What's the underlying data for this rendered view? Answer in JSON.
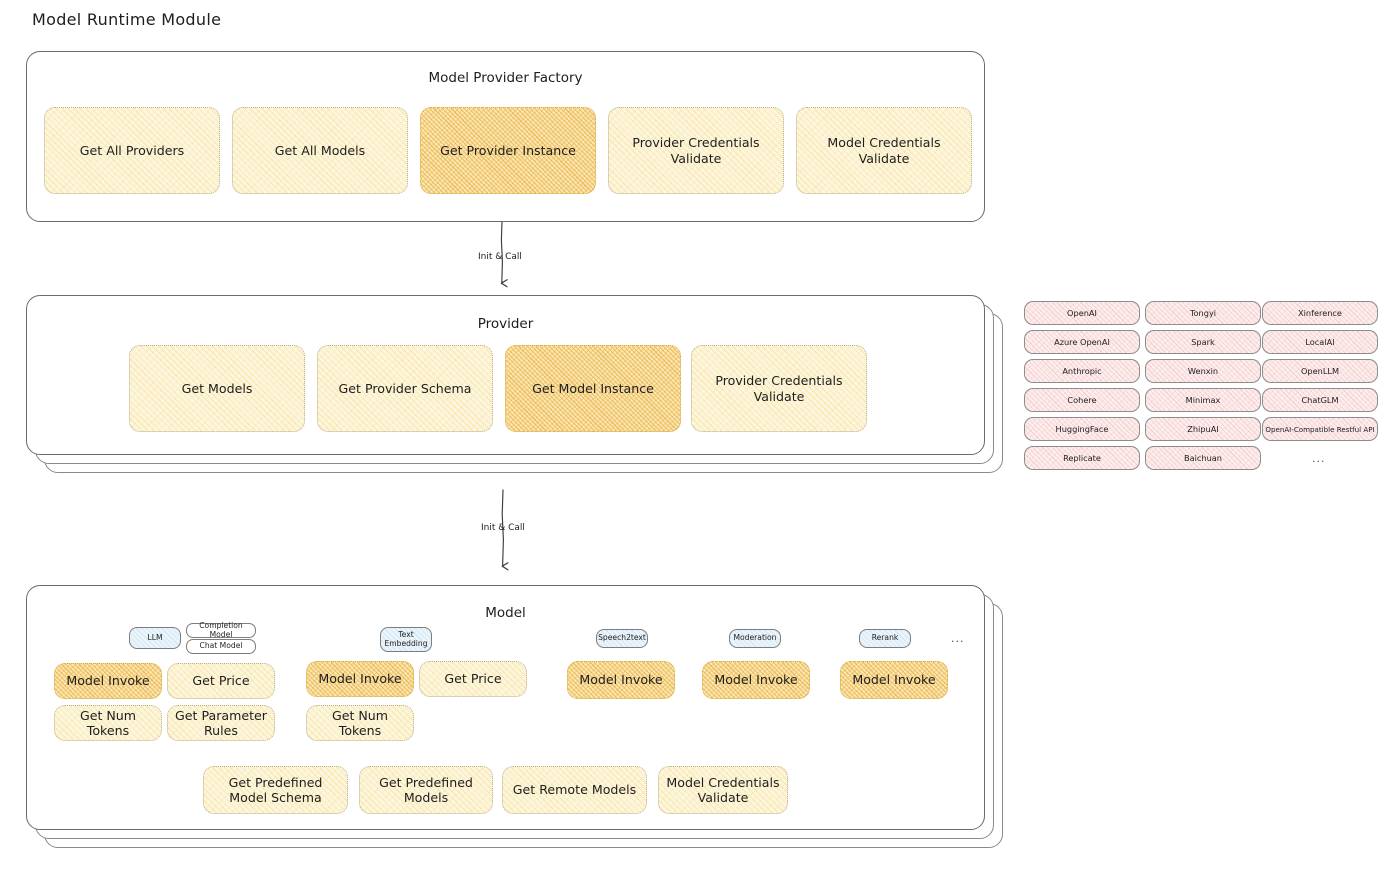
{
  "page": {
    "title": "Model Runtime Module"
  },
  "factory": {
    "title": "Model Provider Factory",
    "nodes": [
      {
        "label": "Get All Providers",
        "highlighted": false
      },
      {
        "label": "Get All Models",
        "highlighted": false
      },
      {
        "label": "Get Provider Instance",
        "highlighted": true
      },
      {
        "label": "Provider Credentials Validate",
        "highlighted": false
      },
      {
        "label": "Model Credentials Validate",
        "highlighted": false
      }
    ]
  },
  "connectors": [
    {
      "label": "Init & Call",
      "from": "Model Provider Factory",
      "to": "Provider"
    },
    {
      "label": "Init & Call",
      "from": "Provider",
      "to": "Model"
    }
  ],
  "provider": {
    "title": "Provider",
    "stack_layers": 3,
    "nodes": [
      {
        "label": "Get Models",
        "highlighted": false
      },
      {
        "label": "Get Provider Schema",
        "highlighted": false
      },
      {
        "label": "Get Model Instance",
        "highlighted": true
      },
      {
        "label": "Provider Credentials Validate",
        "highlighted": false
      }
    ]
  },
  "provider_list": {
    "columns": [
      [
        "OpenAI",
        "Azure OpenAI",
        "Anthropic",
        "Cohere",
        "HuggingFace",
        "Replicate"
      ],
      [
        "Tongyi",
        "Spark",
        "Wenxin",
        "Minimax",
        "ZhipuAI",
        "Baichuan"
      ],
      [
        "Xinference",
        "LocalAI",
        "OpenLLM",
        "ChatGLM",
        "OpenAI-Compatible Restful API"
      ]
    ],
    "ellipsis": "..."
  },
  "model": {
    "title": "Model",
    "stack_layers": 3,
    "ellipsis": "...",
    "groups": [
      {
        "tag": "LLM",
        "tag_style": "blue",
        "subtags": [
          "Completion Model",
          "Chat Model"
        ],
        "nodes": [
          {
            "label": "Model Invoke",
            "highlighted": true
          },
          {
            "label": "Get Price",
            "highlighted": false
          },
          {
            "label": "Get Num Tokens",
            "highlighted": false
          },
          {
            "label": "Get Parameter Rules",
            "highlighted": false
          }
        ]
      },
      {
        "tag": "Text Embedding",
        "tag_style": "blue",
        "subtags": [],
        "nodes": [
          {
            "label": "Model Invoke",
            "highlighted": true
          },
          {
            "label": "Get Price",
            "highlighted": false
          },
          {
            "label": "Get Num Tokens",
            "highlighted": false
          }
        ]
      },
      {
        "tag": "Speech2text",
        "tag_style": "blue",
        "subtags": [],
        "nodes": [
          {
            "label": "Model Invoke",
            "highlighted": true
          }
        ]
      },
      {
        "tag": "Moderation",
        "tag_style": "blue",
        "subtags": [],
        "nodes": [
          {
            "label": "Model Invoke",
            "highlighted": true
          }
        ]
      },
      {
        "tag": "Rerank",
        "tag_style": "blue",
        "subtags": [],
        "nodes": [
          {
            "label": "Model Invoke",
            "highlighted": true
          }
        ]
      }
    ],
    "shared_nodes": [
      {
        "label": "Get Predefined Model Schema",
        "highlighted": false
      },
      {
        "label": "Get Predefined Models",
        "highlighted": false
      },
      {
        "label": "Get Remote Models",
        "highlighted": false
      },
      {
        "label": "Model Credentials Validate",
        "highlighted": false
      }
    ]
  },
  "colors": {
    "node_fill": "#fdf6df",
    "node_fill_highlight": "#fbe6b4",
    "chip_fill": "#fdeeee",
    "tag_fill": "#eaf4fb",
    "stroke": "#6b6b6b",
    "text": "#1e1e1e"
  }
}
